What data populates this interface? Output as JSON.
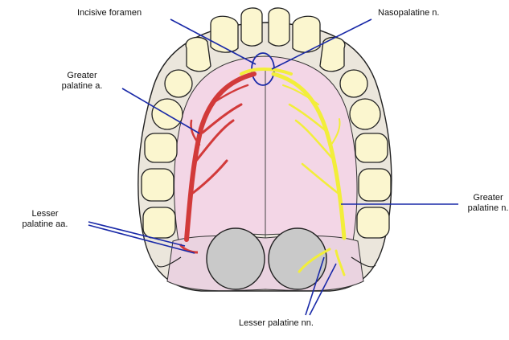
{
  "labels": {
    "incisive_foramen": "Incisive foramen",
    "nasopalatine_n": "Nasopalatine n.",
    "greater_palatine_a_line1": "Greater",
    "greater_palatine_a_line2": "palatine a.",
    "greater_palatine_n_line1": "Greater",
    "greater_palatine_n_line2": "palatine n.",
    "lesser_palatine_aa_line1": "Lesser",
    "lesser_palatine_aa_line2": "palatine aa.",
    "lesser_palatine_nn": "Lesser palatine nn."
  },
  "colors": {
    "leader_line": "#1a2aa8",
    "artery": "#d23a3a",
    "nerve": "#f2ee3a",
    "palate": "#f3d6e6",
    "tooth": "#fbf6cf",
    "outline": "#222222"
  }
}
